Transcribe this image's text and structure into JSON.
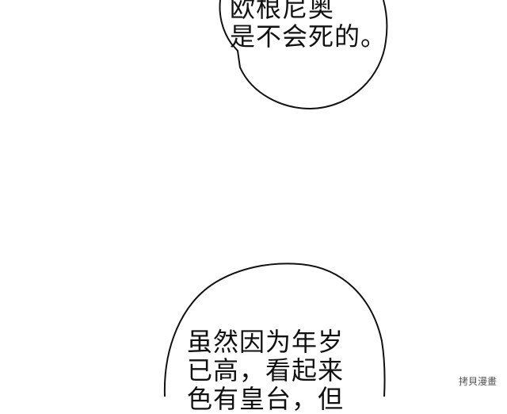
{
  "bubbles": [
    {
      "lines": [
        "欧根尼奥",
        "是不会死的。"
      ]
    },
    {
      "lines": [
        "虽然因为年岁",
        "已高，看起来",
        "色有皇台，但"
      ]
    }
  ],
  "watermark": "拷貝漫畫",
  "colors": {
    "background": "#ffffff",
    "ink": "#111111"
  }
}
